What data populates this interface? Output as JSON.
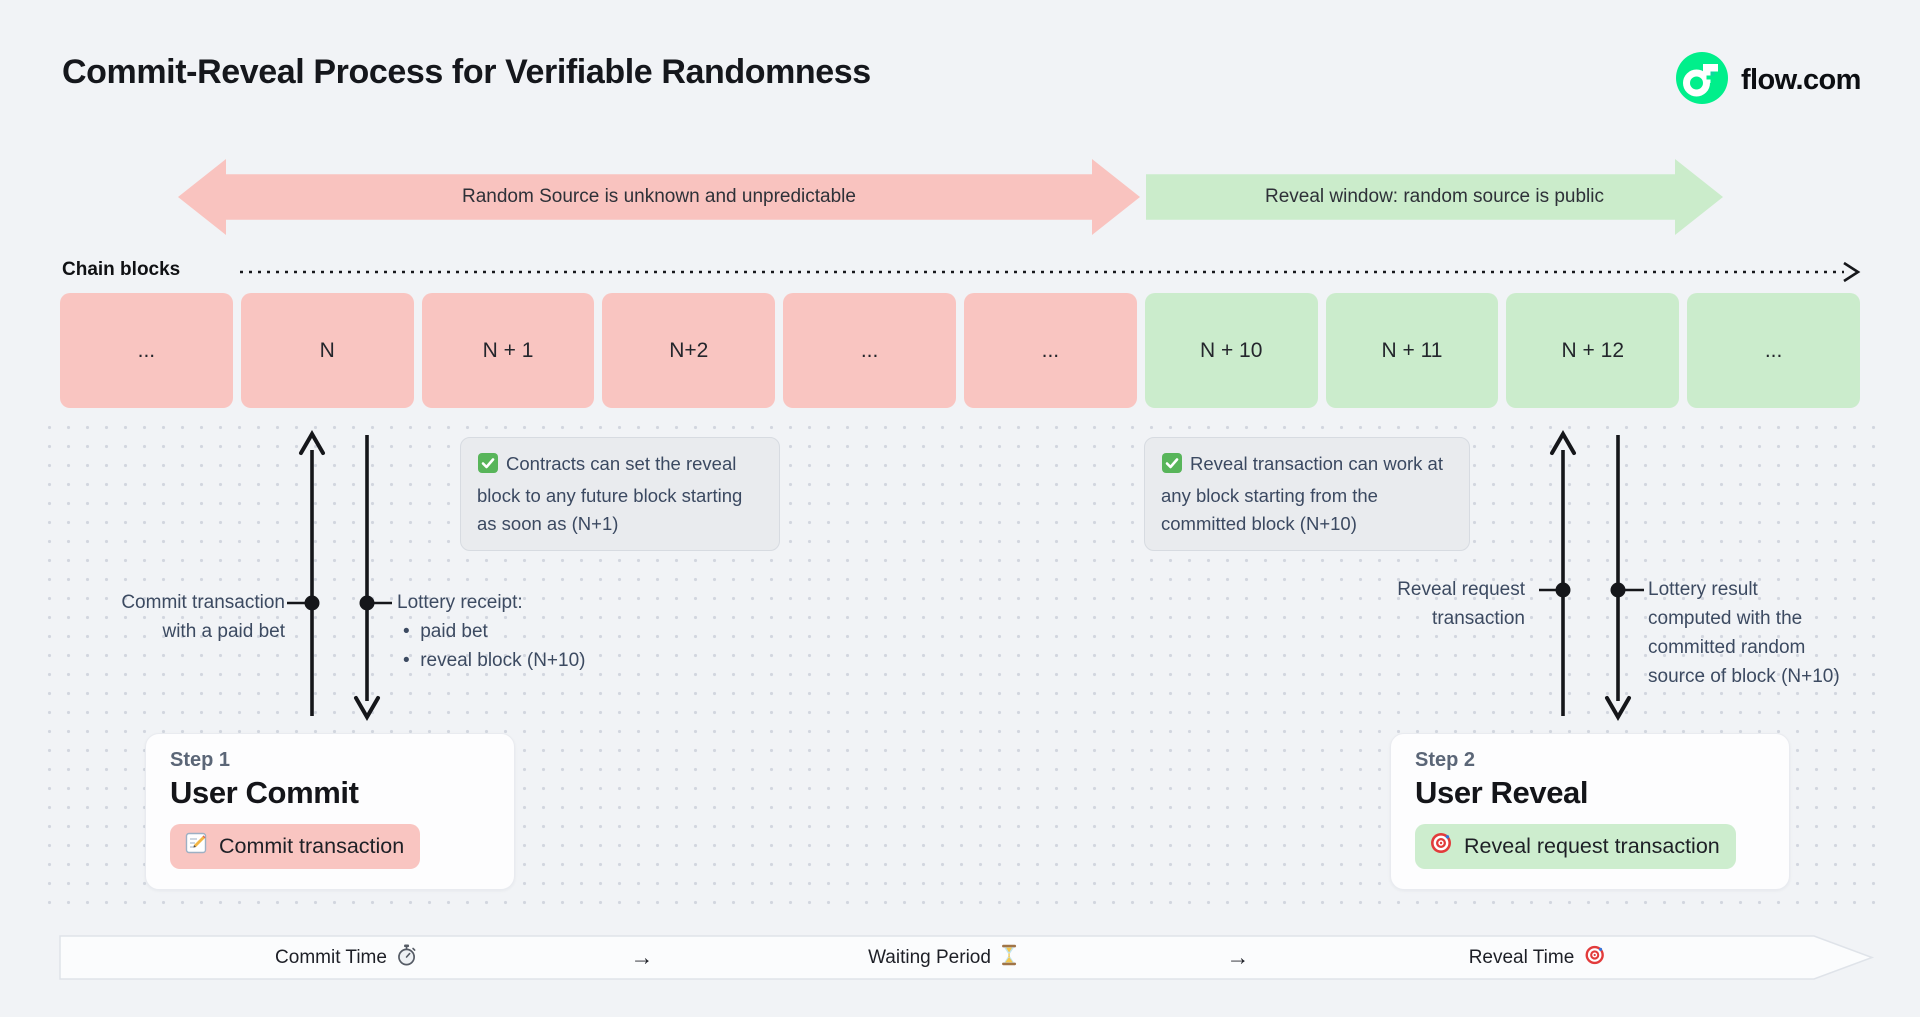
{
  "page": {
    "title": "Commit-Reveal Process for Verifiable Randomness",
    "background": "#f1f3f6"
  },
  "brand": {
    "name": "flow.com",
    "icon": "flow-logo-icon",
    "logo_color": "#00ef8b"
  },
  "phases": {
    "commit": {
      "label": "Random Source is unknown and unpredictable",
      "color": "#f9c3bf"
    },
    "reveal": {
      "label": "Reveal window: random source is public",
      "color": "#cbeccb"
    }
  },
  "chain": {
    "label": "Chain blocks",
    "blocks": [
      {
        "label": "...",
        "phase": "commit"
      },
      {
        "label": "N",
        "phase": "commit"
      },
      {
        "label": "N + 1",
        "phase": "commit"
      },
      {
        "label": "N+2",
        "phase": "commit"
      },
      {
        "label": "...",
        "phase": "commit"
      },
      {
        "label": "...",
        "phase": "commit"
      },
      {
        "label": "N + 10",
        "phase": "reveal"
      },
      {
        "label": "N + 11",
        "phase": "reveal"
      },
      {
        "label": "N + 12",
        "phase": "reveal"
      },
      {
        "label": "...",
        "phase": "reveal"
      }
    ]
  },
  "notes": [
    {
      "icon": "check-icon",
      "text": "Contracts can set the reveal block to any future block starting as soon as (N+1)"
    },
    {
      "icon": "check-icon",
      "text": "Reveal transaction can work at any block starting from the committed block (N+10)"
    }
  ],
  "annotations": {
    "commit_up": {
      "line1": "Commit transaction",
      "line2": "with a paid bet"
    },
    "commit_down": {
      "title": "Lottery receipt:",
      "bullets": [
        "paid bet",
        "reveal block (N+10)"
      ]
    },
    "reveal_up": {
      "line1": "Reveal request",
      "line2": "transaction"
    },
    "reveal_down": {
      "line1": "Lottery result",
      "line2": "computed with the",
      "line3": "committed random",
      "line4": "source of block (N+10)"
    }
  },
  "steps": [
    {
      "label": "Step 1",
      "title": "User Commit",
      "badge": {
        "icon": "memo-icon",
        "text": "Commit transaction"
      }
    },
    {
      "label": "Step 2",
      "title": "User Reveal",
      "badge": {
        "icon": "target-icon",
        "text": "Reveal request transaction"
      }
    }
  ],
  "timeline": {
    "items": [
      {
        "label": "Commit Time",
        "icon": "stopwatch-icon"
      },
      {
        "label": "→",
        "icon": ""
      },
      {
        "label": "Waiting Period",
        "icon": "hourglass-icon"
      },
      {
        "label": "→",
        "icon": ""
      },
      {
        "label": "Reveal Time",
        "icon": "target-icon"
      }
    ]
  }
}
